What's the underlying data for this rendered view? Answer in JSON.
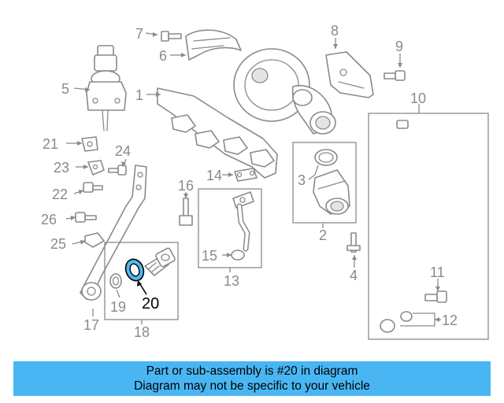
{
  "callouts": {
    "c1": "1",
    "c2": "2",
    "c3": "3",
    "c4": "4",
    "c5": "5",
    "c6": "6",
    "c7": "7",
    "c8": "8",
    "c9": "9",
    "c10": "10",
    "c11": "11",
    "c12": "12",
    "c13": "13",
    "c14": "14",
    "c15": "15",
    "c16": "16",
    "c17": "17",
    "c18": "18",
    "c19": "19",
    "c20": "20",
    "c21": "21",
    "c22": "22",
    "c23": "23",
    "c24": "24",
    "c25": "25",
    "c26": "26"
  },
  "highlight_part": "20",
  "colors": {
    "highlight": "#4fb9ee",
    "banner": "#49b6f3",
    "line": "#8a8a8a"
  },
  "banner": {
    "line1": "Part or sub-assembly is #20 in diagram",
    "line2": "Diagram may not be specific to your vehicle"
  }
}
